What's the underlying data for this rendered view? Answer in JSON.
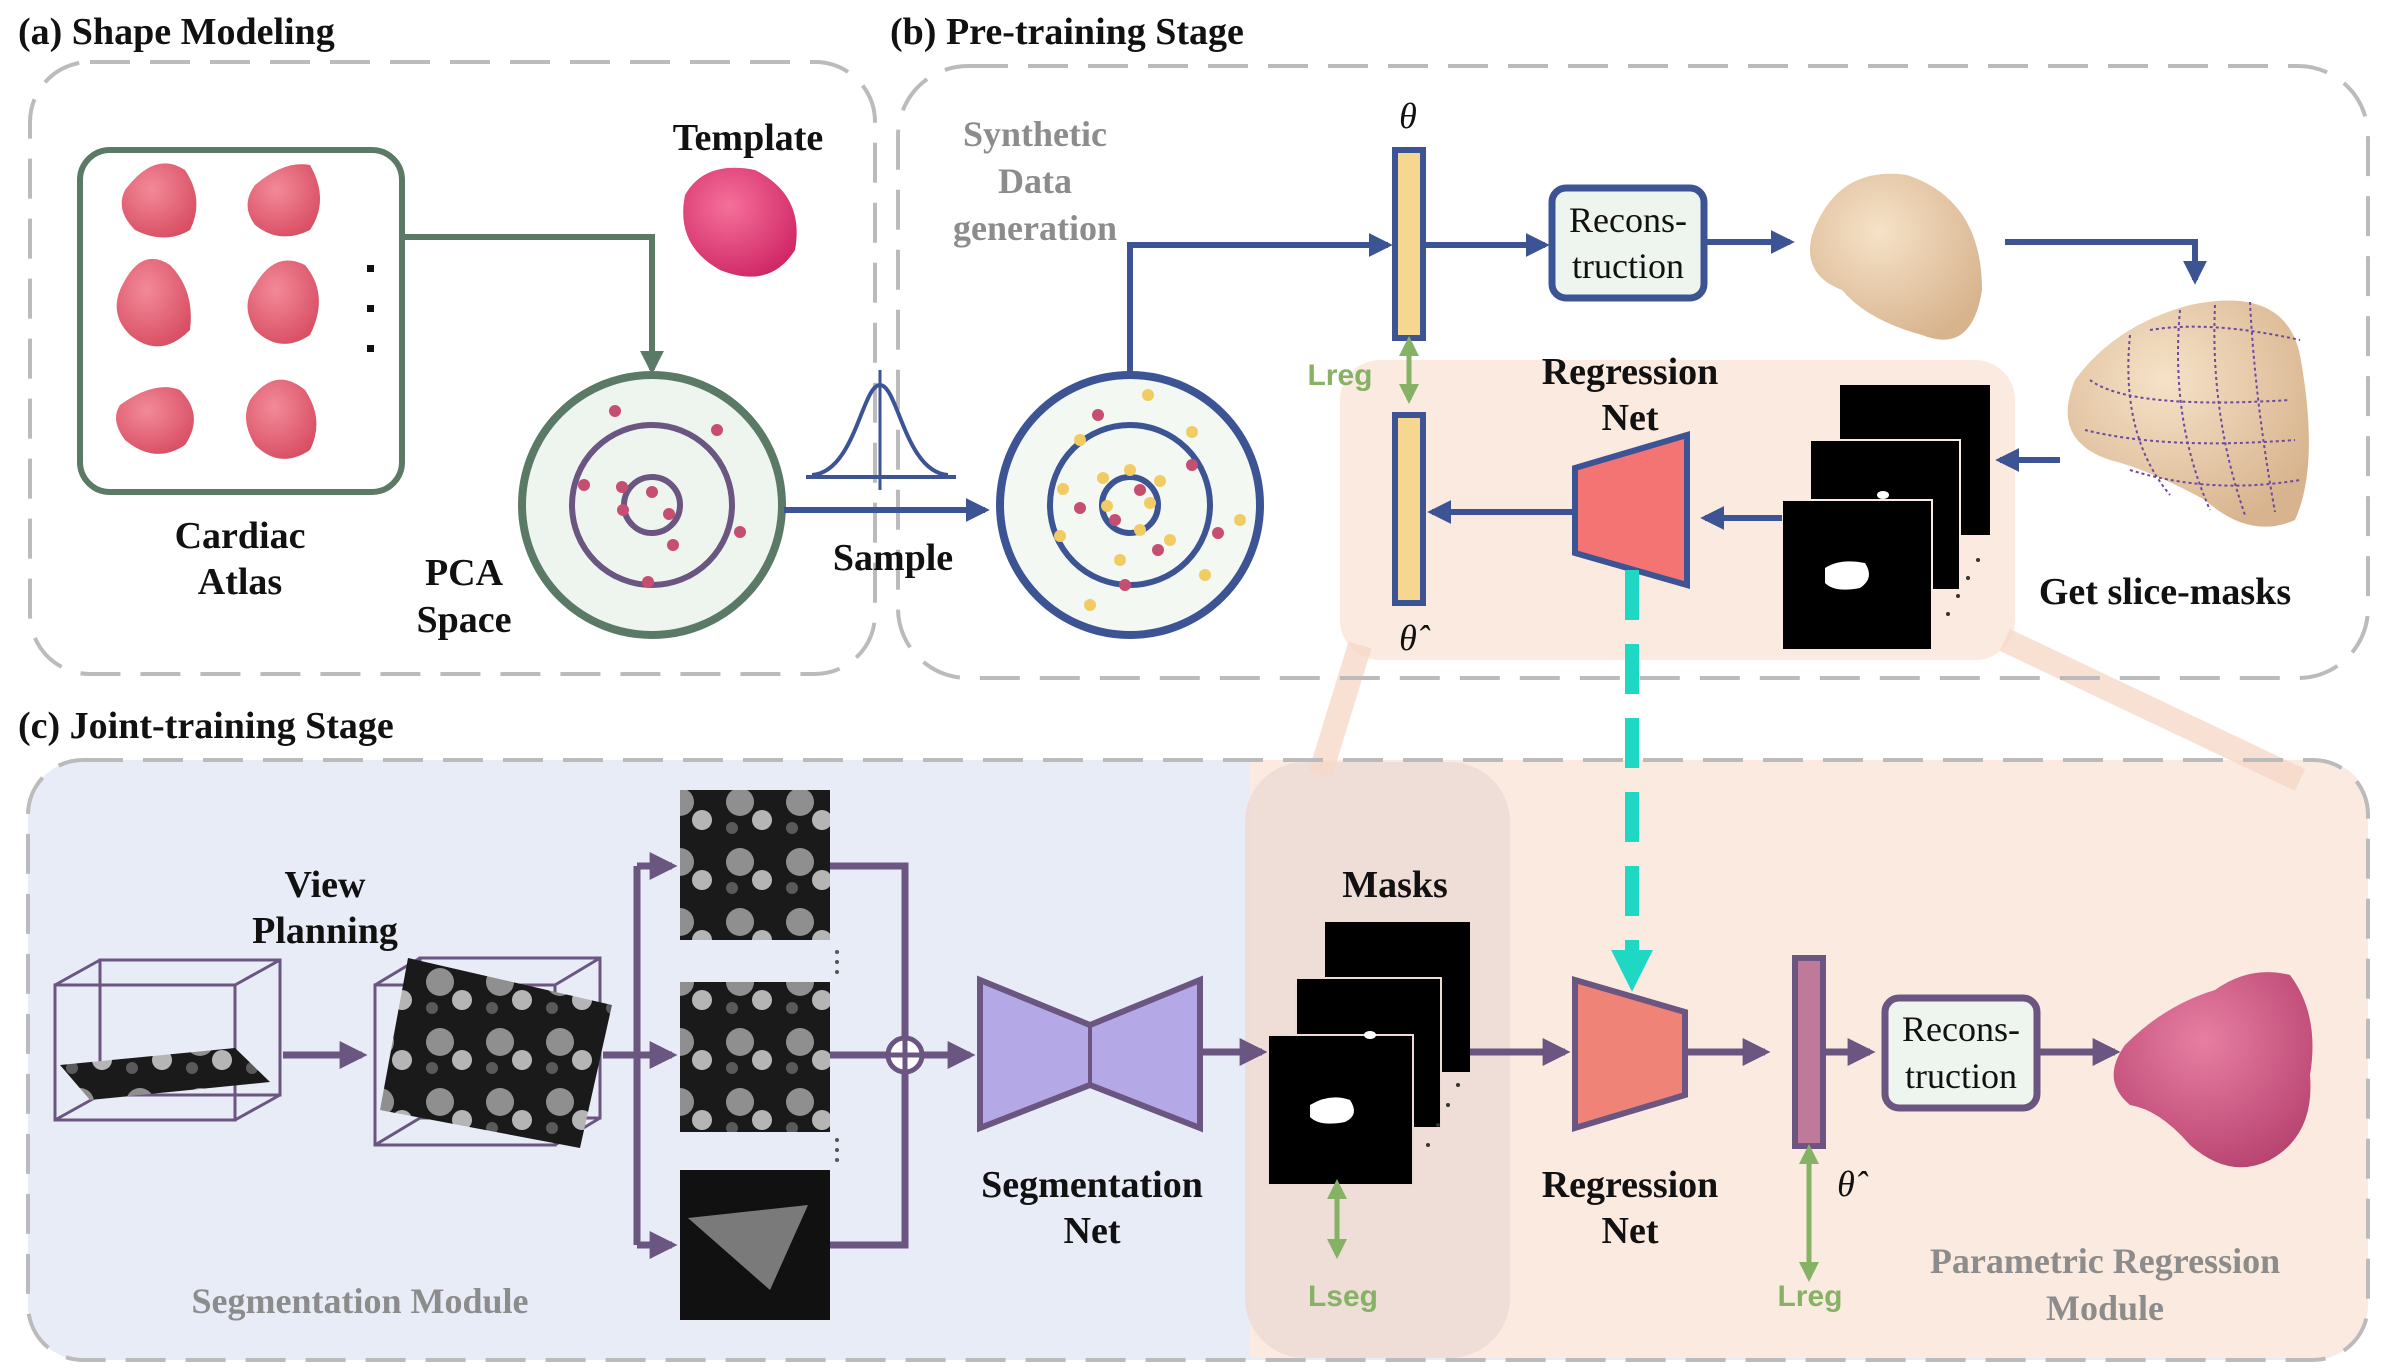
{
  "sections": {
    "a": "(a) Shape Modeling",
    "b": "(b) Pre-training Stage",
    "c": "(c) Joint-training Stage"
  },
  "shape_modeling": {
    "template": "Template",
    "atlas_line1": "Cardiac",
    "atlas_line2": "Atlas",
    "pca_line1": "PCA",
    "pca_line2": "Space",
    "sample": "Sample"
  },
  "pretraining": {
    "synth_line1": "Synthetic",
    "synth_line2": "Data",
    "synth_line3": "generation",
    "theta": "θ",
    "theta_hat": "θ̂",
    "recon_line1": "Recons-",
    "recon_line2": "truction",
    "lreg": "Lreg",
    "regnet_line1": "Regression",
    "regnet_line2": "Net",
    "slice_masks": "Get slice-masks"
  },
  "joint": {
    "view_line1": "View",
    "view_line2": "Planning",
    "seg_line1": "Segmentation",
    "seg_line2": "Net",
    "masks": "Masks",
    "lseg": "Lseg",
    "regnet_line1": "Regression",
    "regnet_line2": "Net",
    "theta_hat": "θ̂",
    "lreg": "Lreg",
    "recon_line1": "Recons-",
    "recon_line2": "truction",
    "seg_module": "Segmentation Module",
    "param_line1": "Parametric Regression",
    "param_line2": "Module"
  },
  "colors": {
    "green": "#5b7a66",
    "navy": "#3d5494",
    "purple": "#6b5581",
    "dot_red": "#c64f71",
    "dot_yellow": "#f1cc62",
    "teal": "#1ed8c3",
    "heart_pink": "#e9616f",
    "peach_bg": "#fbeadf",
    "blue_bg": "#e8ecf7"
  },
  "icons": [
    "heart-shape",
    "mesh-shape",
    "gaussian-curve",
    "pca-circle"
  ]
}
